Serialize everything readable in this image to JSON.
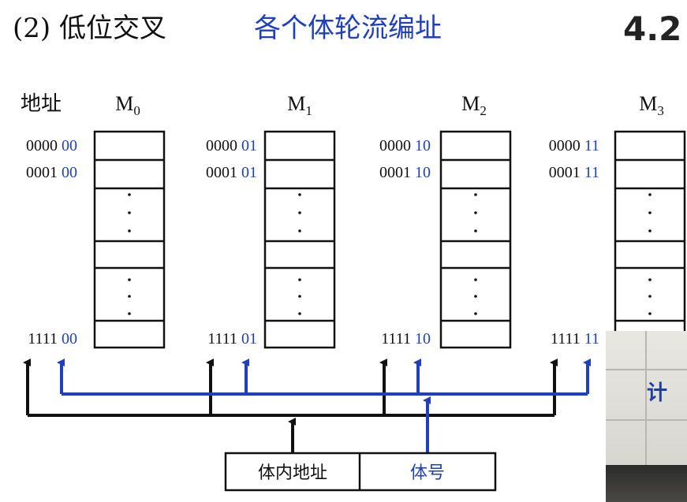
{
  "header": {
    "title": "(2) 低位交叉",
    "subtitle": "各个体轮流编址",
    "section": "4.2"
  },
  "address_header": "地址",
  "banks": [
    {
      "name": "M",
      "sub": "0",
      "addr_top_prefix": "0000",
      "addr_second_prefix": "0001",
      "addr_bottom_prefix": "1111",
      "bank_bits": "00"
    },
    {
      "name": "M",
      "sub": "1",
      "addr_top_prefix": "0000",
      "addr_second_prefix": "0001",
      "addr_bottom_prefix": "1111",
      "bank_bits": "01"
    },
    {
      "name": "M",
      "sub": "2",
      "addr_top_prefix": "0000",
      "addr_second_prefix": "0001",
      "addr_bottom_prefix": "1111",
      "bank_bits": "10"
    },
    {
      "name": "M",
      "sub": "3",
      "addr_top_prefix": "0000",
      "addr_second_prefix": "0001",
      "addr_bottom_prefix": "1111",
      "bank_bits": "11"
    }
  ],
  "register": {
    "inner_address_label": "体内地址",
    "bank_number_label": "体号"
  },
  "colors": {
    "text": "#111111",
    "accent_blue": "#1f3fbf"
  },
  "video_overlay": {
    "sign_text": "计"
  }
}
